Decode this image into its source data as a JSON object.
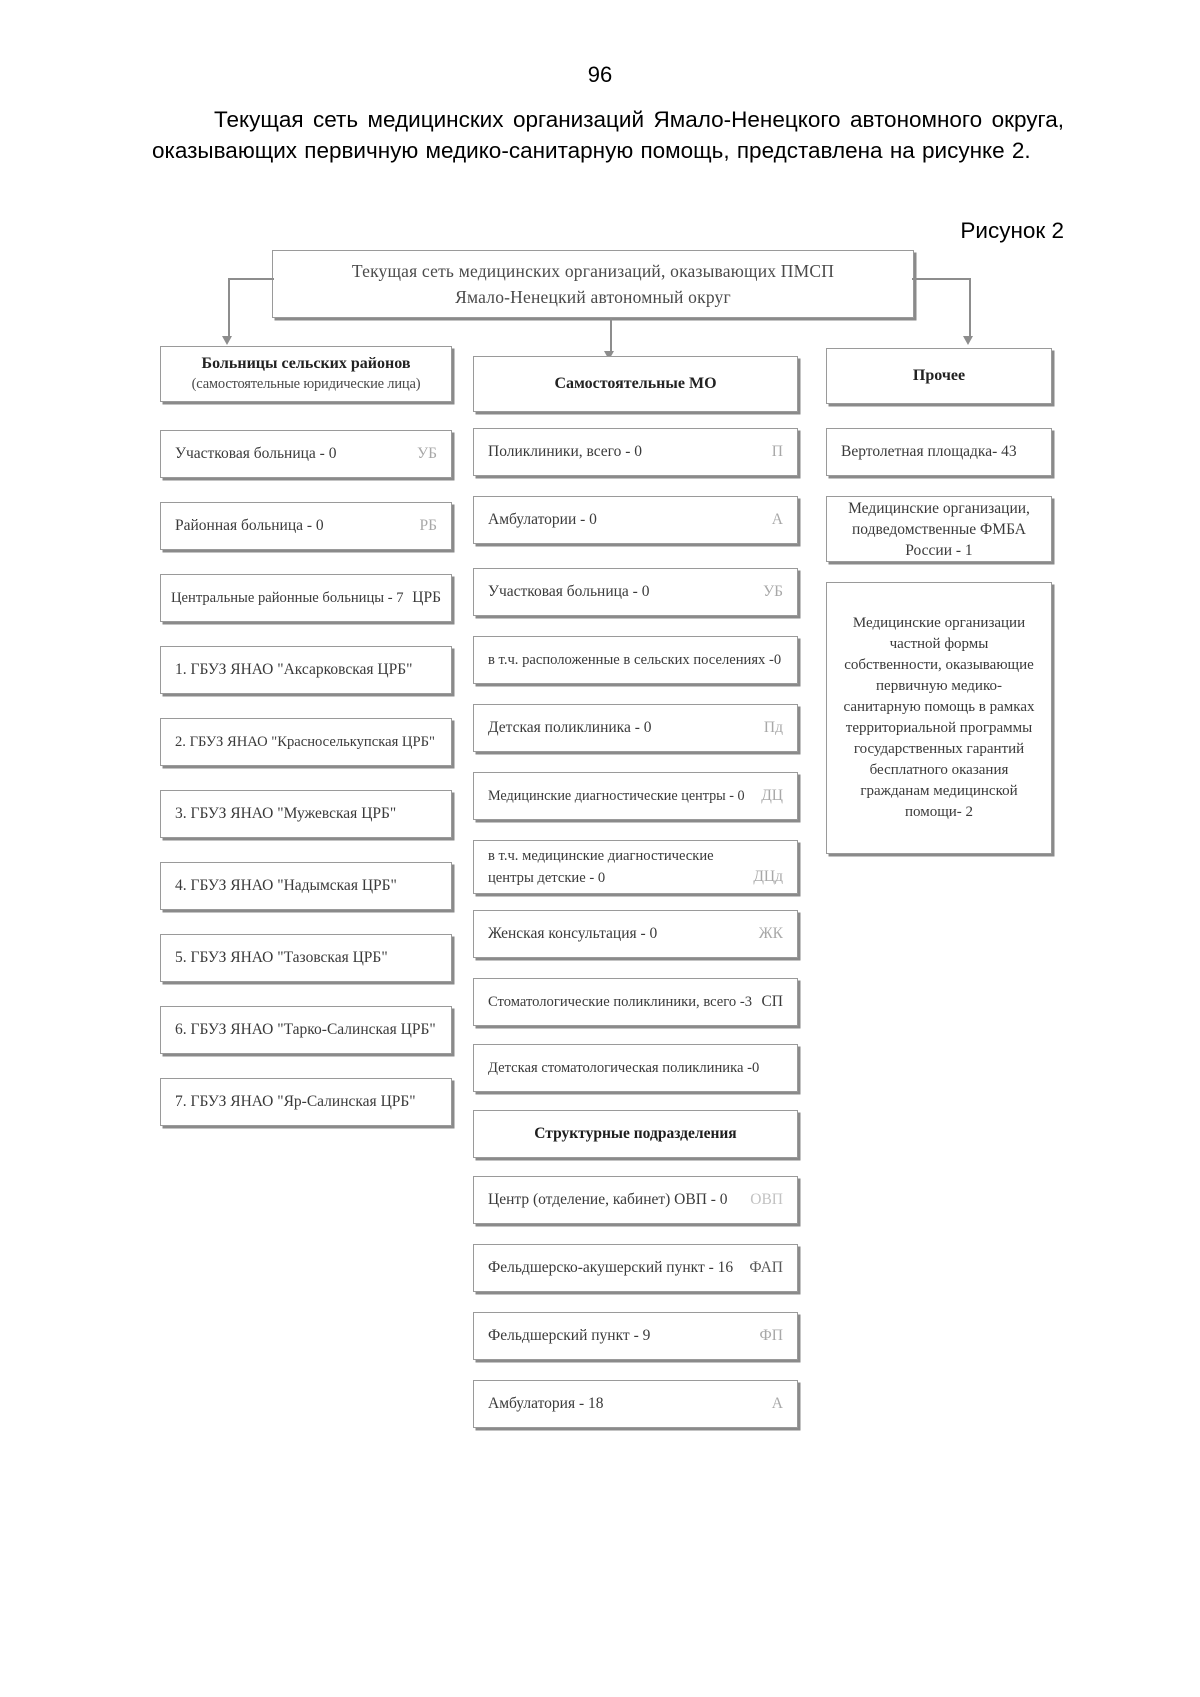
{
  "page": {
    "number": "96",
    "paragraph_line_1": "Текущая сеть медицинских организаций Ямало-Ненецкого автономного",
    "paragraph_line_2": "округа, оказывающих первичную медико-санитарную помощь, представлена",
    "paragraph_line_3": "на рисунке 2.",
    "figure_caption": "Рисунок 2"
  },
  "diagram": {
    "banner": {
      "line1": "Текущая сеть медицинских  организаций, оказывающих ПМСП",
      "line2": "Ямало-Ненецкий  автономный округ"
    },
    "columns": [
      {
        "id": "rural-hospitals",
        "head_title": "Больницы сельских районов",
        "head_subtitle": "(самостоятельные юридические лица)",
        "rows": [
          {
            "text": "Участковая больница - 0",
            "code": "УБ"
          },
          {
            "text": "Районная больница - 0",
            "code": "РБ"
          },
          {
            "text": "Центральные районные больницы - 7",
            "code": "ЦРБ"
          },
          {
            "text": "1. ГБУЗ ЯНАО  \"Аксарковская ЦРБ\"",
            "code": ""
          },
          {
            "text": "2. ГБУЗ ЯНАО \"Красноселькупская ЦРБ\"",
            "code": ""
          },
          {
            "text": "3. ГБУЗ ЯНАО \"Мужевская ЦРБ\"",
            "code": ""
          },
          {
            "text": "4. ГБУЗ ЯНАО \"Надымская ЦРБ\"",
            "code": ""
          },
          {
            "text": "5. ГБУЗ ЯНАО \"Тазовская ЦРБ\"",
            "code": ""
          },
          {
            "text": "6. ГБУЗ ЯНАО \"Тарко-Салинская ЦРБ\"",
            "code": ""
          },
          {
            "text": "7. ГБУЗ ЯНАО \"Яр-Салинская ЦРБ\"",
            "code": ""
          }
        ]
      },
      {
        "id": "independent-mo",
        "head_title": "Самостоятельные МО",
        "head_subtitle": "",
        "rows": [
          {
            "text": "Поликлиники, всего - 0",
            "code": "П"
          },
          {
            "text": "Амбулатории - 0",
            "code": "А"
          },
          {
            "text": "Участковая больница - 0",
            "code": "УБ"
          },
          {
            "text": "в т.ч. расположенные в сельских поселениях -0",
            "code": ""
          },
          {
            "text": "Детская поликлиника - 0",
            "code": "Пд"
          },
          {
            "text": "Медицинские диагностические центры - 0",
            "code": "ДЦ"
          },
          {
            "text": "в т.ч. медицинские диагностические центры детские - 0",
            "code": "ДЦд"
          },
          {
            "text": "Женская консультация - 0",
            "code": "ЖК"
          },
          {
            "text": "Стоматологические поликлиники, всего -3",
            "code": "СП"
          },
          {
            "text": "Детская стоматологическая поликлиника -0",
            "code": ""
          }
        ],
        "subsection_title": "Структурные подразделения",
        "subsection_rows": [
          {
            "text": "Центр (отделение, кабинет) ОВП - 0",
            "code": "ОВП"
          },
          {
            "text": "Фельдшерско-акушерский пункт - 16",
            "code": "ФАП"
          },
          {
            "text": "Фельдшерский пункт - 9",
            "code": "ФП"
          },
          {
            "text": "Амбулатория - 18",
            "code": "А"
          }
        ]
      },
      {
        "id": "other",
        "head_title": "Прочее",
        "head_subtitle": "",
        "rows": [
          {
            "text": "Вертолетная площадка- 43",
            "code": ""
          },
          {
            "text": "Медицинские организации, подведомственные ФМБА России - 1",
            "code": ""
          },
          {
            "text": "Медицинские организации частной формы собственности, оказывающие первичную медико-санитарную помощь в рамках территориальной программы государственных гарантий бесплатного оказания гражданам медицинской помощи- 2",
            "code": ""
          }
        ]
      }
    ]
  },
  "colors": {
    "border": "#9a9a9a",
    "shadow": "#8a8a8a",
    "connector": "#8d8d8d",
    "code_text": "#a8a8a8",
    "body_text": "#000000"
  }
}
